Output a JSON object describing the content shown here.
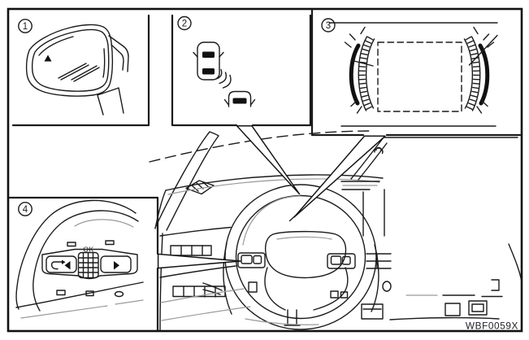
{
  "figure_code": "WBF0059X",
  "colors": {
    "background": "#ffffff",
    "line": "#1b1b1b",
    "accent_line": "#9a9a9a",
    "fill": "#111111"
  },
  "callouts": [
    {
      "label": "1",
      "icon": "door-mirror-warning-indicator-icon"
    },
    {
      "label": "2",
      "icon": "blind-spot-warning-cars-icon"
    },
    {
      "label": "3",
      "icon": "instrument-cluster-display-icon"
    },
    {
      "label": "4",
      "icon": "steering-wheel-ok-controls-icon"
    }
  ],
  "steering_controls": {
    "ok_label": "OK"
  }
}
